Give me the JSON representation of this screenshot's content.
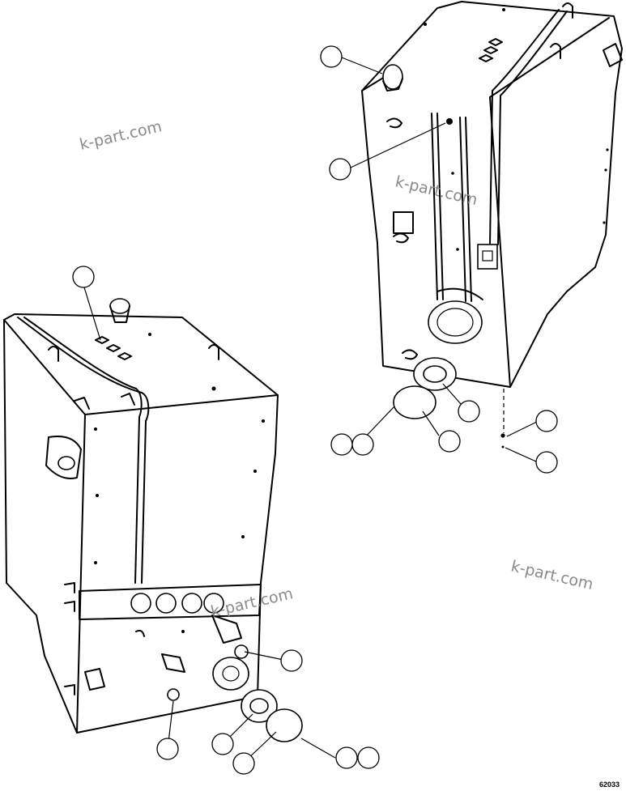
{
  "watermarks": [
    "k-part.com",
    "k-part.com",
    "k-part.com",
    "k-part.com"
  ],
  "figure_code": "62033",
  "callouts": [
    {
      "id": "c1",
      "label": ""
    },
    {
      "id": "c2",
      "label": ""
    },
    {
      "id": "c3",
      "label": ""
    },
    {
      "id": "c4",
      "label": ""
    },
    {
      "id": "c5",
      "label": ""
    },
    {
      "id": "c6",
      "label": ""
    },
    {
      "id": "c7",
      "label": ""
    },
    {
      "id": "c8",
      "label": ""
    },
    {
      "id": "c9",
      "label": ""
    },
    {
      "id": "c10",
      "label": ""
    },
    {
      "id": "c11",
      "label": ""
    },
    {
      "id": "c12",
      "label": ""
    },
    {
      "id": "c13",
      "label": ""
    },
    {
      "id": "c14",
      "label": ""
    },
    {
      "id": "c15",
      "label": ""
    },
    {
      "id": "c16",
      "label": ""
    },
    {
      "id": "c17",
      "label": ""
    }
  ]
}
